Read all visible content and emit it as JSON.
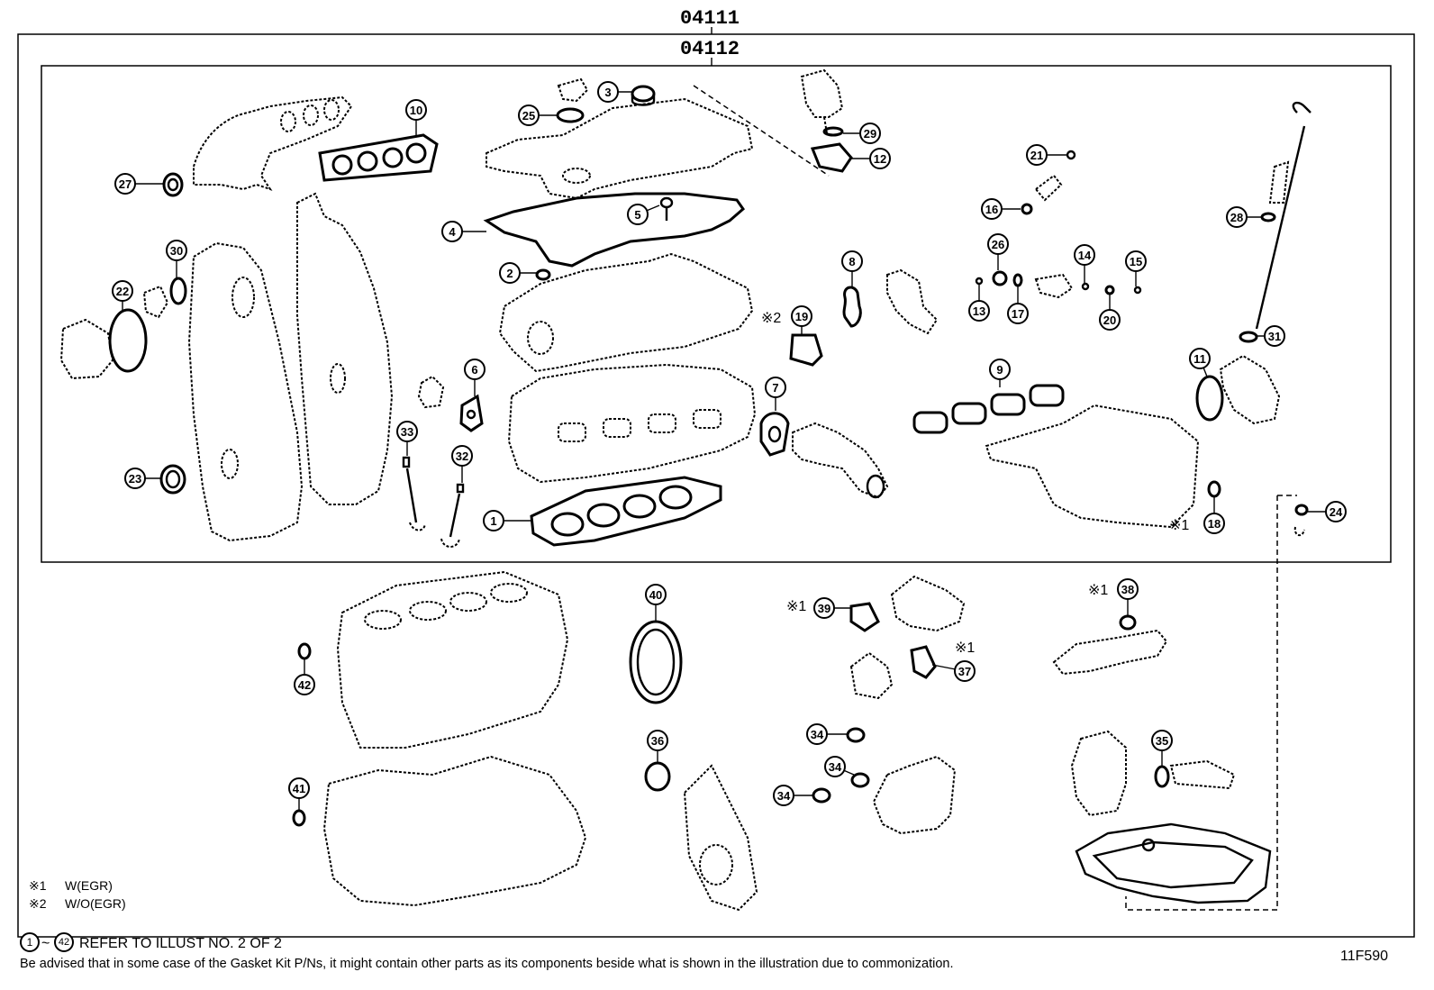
{
  "kits": {
    "outer": "04111",
    "inner": "04112"
  },
  "callouts": [
    {
      "id": "c1",
      "label": "1"
    },
    {
      "id": "c2",
      "label": "2"
    },
    {
      "id": "c3",
      "label": "3"
    },
    {
      "id": "c4",
      "label": "4"
    },
    {
      "id": "c5",
      "label": "5"
    },
    {
      "id": "c6",
      "label": "6"
    },
    {
      "id": "c7",
      "label": "7"
    },
    {
      "id": "c8",
      "label": "8"
    },
    {
      "id": "c9",
      "label": "9"
    },
    {
      "id": "c10",
      "label": "10"
    },
    {
      "id": "c11",
      "label": "11"
    },
    {
      "id": "c12",
      "label": "12"
    },
    {
      "id": "c13",
      "label": "13"
    },
    {
      "id": "c14",
      "label": "14"
    },
    {
      "id": "c15",
      "label": "15"
    },
    {
      "id": "c16",
      "label": "16"
    },
    {
      "id": "c17",
      "label": "17"
    },
    {
      "id": "c18",
      "label": "18"
    },
    {
      "id": "c19",
      "label": "19"
    },
    {
      "id": "c20",
      "label": "20"
    },
    {
      "id": "c21",
      "label": "21"
    },
    {
      "id": "c22",
      "label": "22"
    },
    {
      "id": "c23",
      "label": "23"
    },
    {
      "id": "c24",
      "label": "24"
    },
    {
      "id": "c25",
      "label": "25"
    },
    {
      "id": "c26",
      "label": "26"
    },
    {
      "id": "c27",
      "label": "27"
    },
    {
      "id": "c28",
      "label": "28"
    },
    {
      "id": "c29",
      "label": "29"
    },
    {
      "id": "c30",
      "label": "30"
    },
    {
      "id": "c31",
      "label": "31"
    },
    {
      "id": "c32",
      "label": "32"
    },
    {
      "id": "c33",
      "label": "33"
    },
    {
      "id": "c34a",
      "label": "34"
    },
    {
      "id": "c34b",
      "label": "34"
    },
    {
      "id": "c34c",
      "label": "34"
    },
    {
      "id": "c35",
      "label": "35"
    },
    {
      "id": "c36",
      "label": "36"
    },
    {
      "id": "c37",
      "label": "37"
    },
    {
      "id": "c38",
      "label": "38"
    },
    {
      "id": "c39",
      "label": "39"
    },
    {
      "id": "c40",
      "label": "40"
    },
    {
      "id": "c41",
      "label": "41"
    },
    {
      "id": "c42",
      "label": "42"
    }
  ],
  "marks": {
    "m18": "※1",
    "m19": "※2",
    "m37": "※1",
    "m38": "※1",
    "m39": "※1"
  },
  "legend": [
    {
      "mark": "※1",
      "text": "W(EGR)"
    },
    {
      "mark": "※2",
      "text": "W/O(EGR)"
    }
  ],
  "footer": {
    "ref_start": "1",
    "ref_tilde": "~",
    "ref_end": "42",
    "ref_text": "REFER TO ILLUST NO. 2 OF 2",
    "note": "Be advised that in some case of the Gasket Kit P/Ns,  it might contain other parts as its components beside what is shown in the illustration due to commonization.",
    "illust_id": "11F590"
  }
}
